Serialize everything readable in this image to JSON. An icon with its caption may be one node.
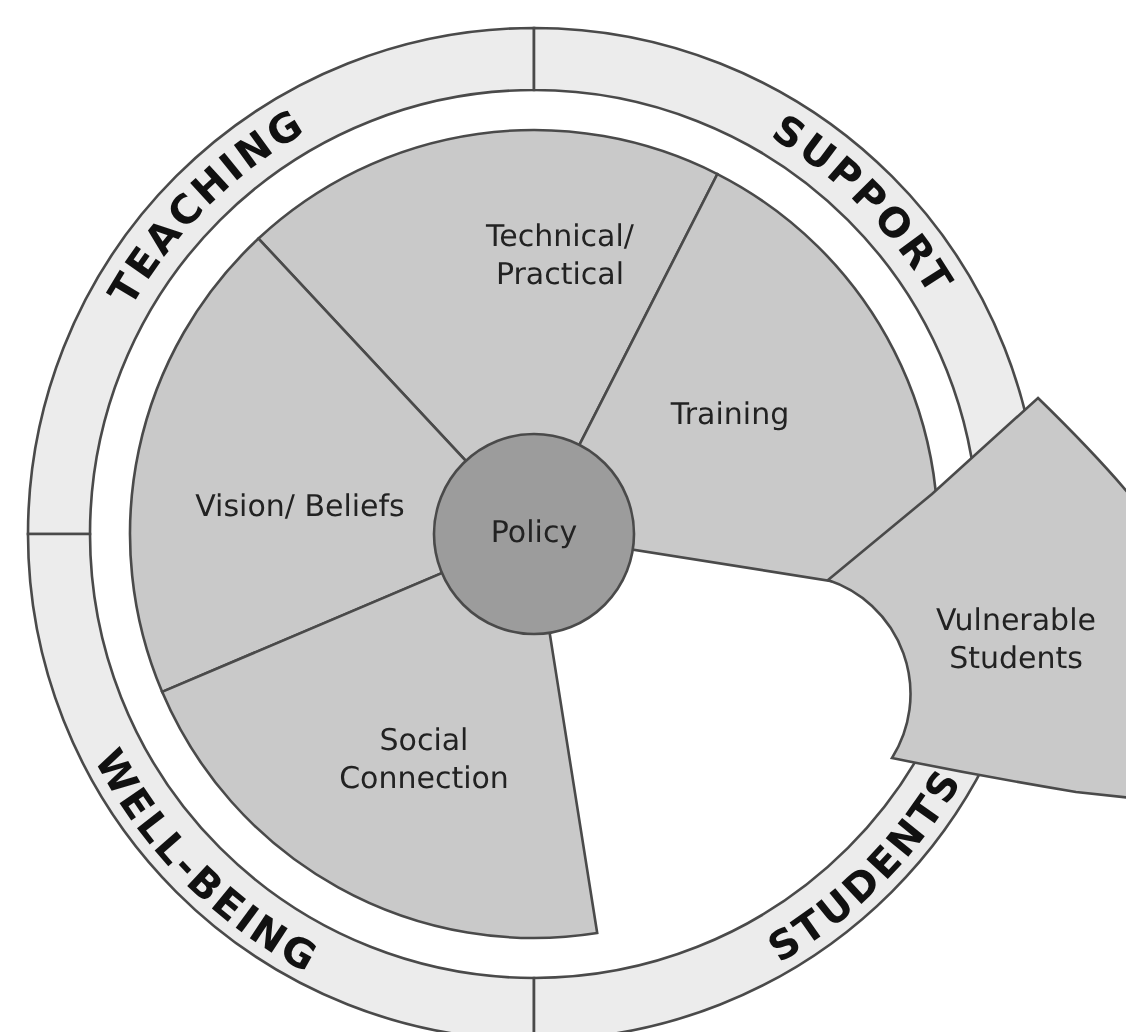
{
  "diagram": {
    "nodes": [
      {
        "text": [
          "TEACHING"
        ]
      },
      {
        "text": [
          "SUPPORT"
        ]
      },
      {
        "text": [
          "Technical/ Practical"
        ]
      },
      {
        "text": [
          "Vision/ Beliefs"
        ]
      },
      {
        "text": [
          "Training"
        ]
      },
      {
        "text": [
          "Policy"
        ]
      },
      {
        "text": [
          "Vulnerable Students"
        ]
      },
      {
        "text": [
          "Social Connection"
        ]
      },
      {
        "text": [
          "WELL-BEING"
        ]
      },
      {
        "text": [
          "STUDENTS"
        ]
      }
    ],
    "edges": []
  }
}
